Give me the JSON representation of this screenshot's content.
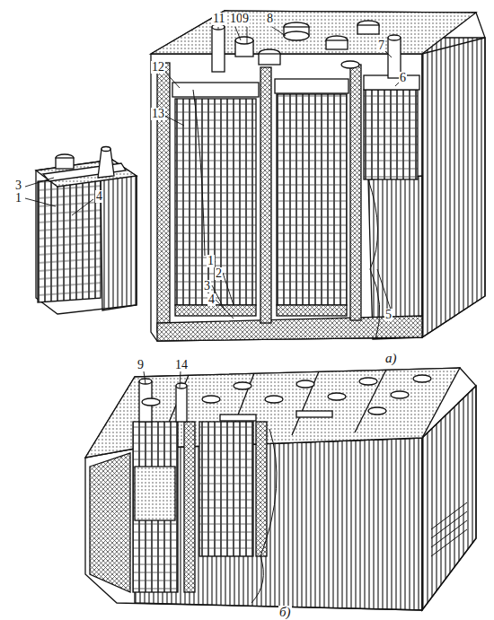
{
  "diagram": {
    "labels": [
      "3",
      "1",
      "4",
      "11",
      "10",
      "9",
      "8",
      "7",
      "6",
      "12",
      "13",
      "1",
      "2",
      "3",
      "4",
      "5",
      "а)",
      "9",
      "14",
      "б)"
    ]
  }
}
